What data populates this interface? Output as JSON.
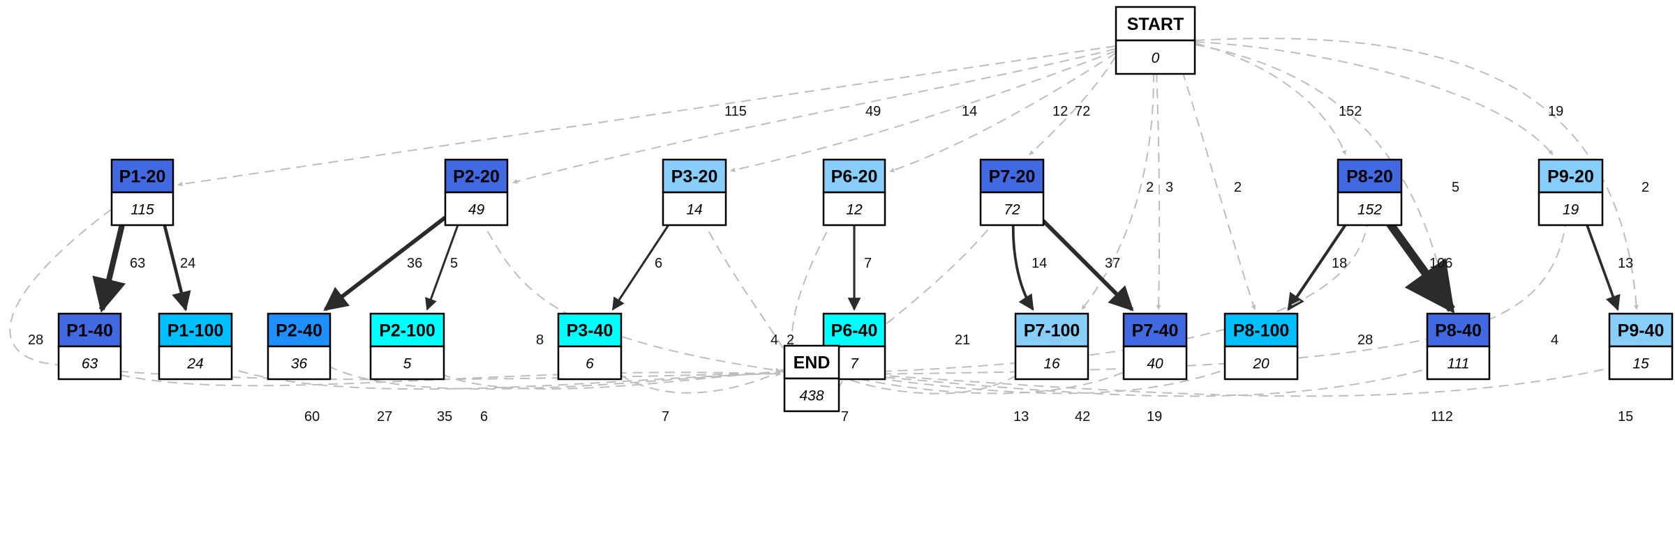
{
  "nodes": [
    {
      "id": "START",
      "label": "START",
      "value": "0",
      "color": "#ffffff"
    },
    {
      "id": "P1-20",
      "label": "P1-20",
      "value": "115",
      "color": "#4169e1"
    },
    {
      "id": "P2-20",
      "label": "P2-20",
      "value": "49",
      "color": "#4169e1"
    },
    {
      "id": "P3-20",
      "label": "P3-20",
      "value": "14",
      "color": "#87cefa"
    },
    {
      "id": "P6-20",
      "label": "P6-20",
      "value": "12",
      "color": "#87cefa"
    },
    {
      "id": "P7-20",
      "label": "P7-20",
      "value": "72",
      "color": "#4169e1"
    },
    {
      "id": "P8-20",
      "label": "P8-20",
      "value": "152",
      "color": "#4169e1"
    },
    {
      "id": "P9-20",
      "label": "P9-20",
      "value": "19",
      "color": "#87cefa"
    },
    {
      "id": "P1-40",
      "label": "P1-40",
      "value": "63",
      "color": "#4169e1"
    },
    {
      "id": "P1-100",
      "label": "P1-100",
      "value": "24",
      "color": "#00bfff"
    },
    {
      "id": "P2-40",
      "label": "P2-40",
      "value": "36",
      "color": "#1e90ff"
    },
    {
      "id": "P2-100",
      "label": "P2-100",
      "value": "5",
      "color": "#00ffff"
    },
    {
      "id": "P3-40",
      "label": "P3-40",
      "value": "6",
      "color": "#00ffff"
    },
    {
      "id": "P6-40",
      "label": "P6-40",
      "value": "7",
      "color": "#00ffff"
    },
    {
      "id": "P7-100",
      "label": "P7-100",
      "value": "16",
      "color": "#87cefa"
    },
    {
      "id": "P7-40",
      "label": "P7-40",
      "value": "40",
      "color": "#4169e1"
    },
    {
      "id": "P8-100",
      "label": "P8-100",
      "value": "20",
      "color": "#00bfff"
    },
    {
      "id": "P8-40",
      "label": "P8-40",
      "value": "111",
      "color": "#4169e1"
    },
    {
      "id": "P9-40",
      "label": "P9-40",
      "value": "15",
      "color": "#87cefa"
    },
    {
      "id": "END",
      "label": "END",
      "value": "438",
      "color": "#ffffff"
    }
  ],
  "edges": [
    {
      "from": "START",
      "to": "P1-20",
      "label": "115",
      "style": "dashed"
    },
    {
      "from": "START",
      "to": "P2-20",
      "label": "49",
      "style": "dashed"
    },
    {
      "from": "START",
      "to": "P3-20",
      "label": "14",
      "style": "dashed"
    },
    {
      "from": "START",
      "to": "P6-20",
      "label": "12",
      "style": "dashed"
    },
    {
      "from": "START",
      "to": "P7-20",
      "label": "72",
      "style": "dashed"
    },
    {
      "from": "START",
      "to": "P8-20",
      "label": "152",
      "style": "dashed"
    },
    {
      "from": "START",
      "to": "P9-20",
      "label": "19",
      "style": "dashed"
    },
    {
      "from": "START",
      "to": "P7-100",
      "label": "2",
      "style": "dashed"
    },
    {
      "from": "START",
      "to": "P7-40",
      "label": "3",
      "style": "dashed"
    },
    {
      "from": "START",
      "to": "P8-100",
      "label": "2",
      "style": "dashed"
    },
    {
      "from": "START",
      "to": "P8-40",
      "label": "5",
      "style": "dashed"
    },
    {
      "from": "START",
      "to": "P9-40",
      "label": "2",
      "style": "dashed"
    },
    {
      "from": "P1-20",
      "to": "P1-40",
      "label": "63",
      "style": "solid"
    },
    {
      "from": "P1-20",
      "to": "P1-100",
      "label": "24",
      "style": "solid"
    },
    {
      "from": "P1-20",
      "to": "END",
      "label": "28",
      "style": "dashed"
    },
    {
      "from": "P2-20",
      "to": "P2-40",
      "label": "36",
      "style": "solid"
    },
    {
      "from": "P2-20",
      "to": "P2-100",
      "label": "5",
      "style": "solid"
    },
    {
      "from": "P2-20",
      "to": "END",
      "label": "8",
      "style": "dashed"
    },
    {
      "from": "P3-20",
      "to": "P3-40",
      "label": "6",
      "style": "solid"
    },
    {
      "from": "P3-20",
      "to": "END",
      "label": "4",
      "style": "dashed"
    },
    {
      "from": "P6-20",
      "to": "P6-40",
      "label": "7",
      "style": "solid"
    },
    {
      "from": "P6-20",
      "to": "END",
      "label": "2",
      "style": "dashed"
    },
    {
      "from": "P7-20",
      "to": "P7-100",
      "label": "14",
      "style": "solid"
    },
    {
      "from": "P7-20",
      "to": "P7-40",
      "label": "37",
      "style": "solid"
    },
    {
      "from": "P7-20",
      "to": "END",
      "label": "21",
      "style": "dashed"
    },
    {
      "from": "P8-20",
      "to": "P8-100",
      "label": "18",
      "style": "solid"
    },
    {
      "from": "P8-20",
      "to": "P8-40",
      "label": "106",
      "style": "solid"
    },
    {
      "from": "P8-20",
      "to": "END",
      "label": "28",
      "style": "dashed"
    },
    {
      "from": "P9-20",
      "to": "P9-40",
      "label": "13",
      "style": "solid"
    },
    {
      "from": "P9-20",
      "to": "END",
      "label": "4",
      "style": "dashed"
    },
    {
      "from": "P1-40",
      "to": "END",
      "label": "60",
      "style": "dashed"
    },
    {
      "from": "P1-100",
      "to": "END",
      "label": "27",
      "style": "dashed"
    },
    {
      "from": "P2-40",
      "to": "END",
      "label": "35",
      "style": "dashed"
    },
    {
      "from": "P2-100",
      "to": "END",
      "label": "6",
      "style": "dashed"
    },
    {
      "from": "P3-40",
      "to": "END",
      "label": "7",
      "style": "dashed"
    },
    {
      "from": "P6-40",
      "to": "END",
      "label": "7",
      "style": "dashed"
    },
    {
      "from": "P7-100",
      "to": "END",
      "label": "13",
      "style": "dashed"
    },
    {
      "from": "P7-40",
      "to": "END",
      "label": "42",
      "style": "dashed"
    },
    {
      "from": "P8-100",
      "to": "END",
      "label": "19",
      "style": "dashed"
    },
    {
      "from": "P8-40",
      "to": "END",
      "label": "112",
      "style": "dashed"
    },
    {
      "from": "P9-40",
      "to": "END",
      "label": "15",
      "style": "dashed"
    }
  ]
}
